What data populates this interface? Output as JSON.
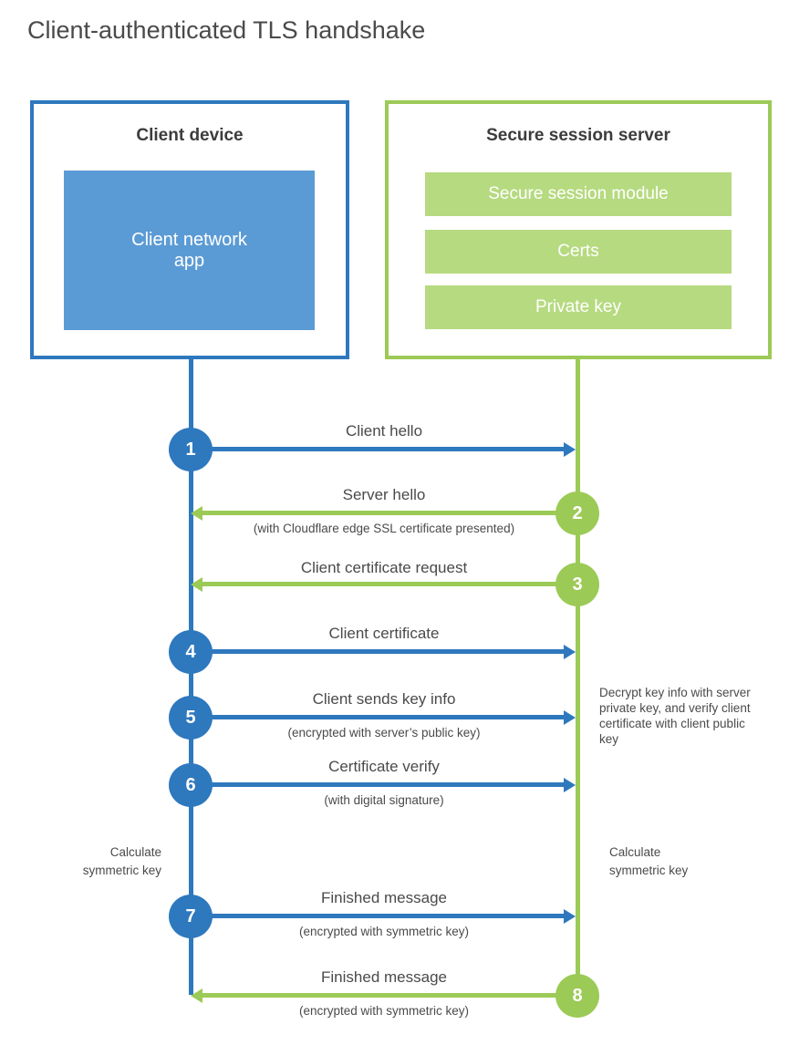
{
  "title": "Client-authenticated TLS handshake",
  "client_box": {
    "title": "Client device",
    "app_label": "Client network\napp"
  },
  "server_box": {
    "title": "Secure session server",
    "modules": [
      "Secure session module",
      "Certs",
      "Private key"
    ]
  },
  "messages": [
    {
      "num": "1",
      "from": "client",
      "label": "Client hello"
    },
    {
      "num": "2",
      "from": "server",
      "label": "Server hello",
      "note": "(with Cloudflare edge SSL certificate presented)"
    },
    {
      "num": "3",
      "from": "server",
      "label": "Client certificate request"
    },
    {
      "num": "4",
      "from": "client",
      "label": "Client certificate"
    },
    {
      "num": "5",
      "from": "client",
      "label": "Client sends key info",
      "note": "(encrypted with server’s public key)"
    },
    {
      "num": "6",
      "from": "client",
      "label": "Certificate verify",
      "note": "(with digital signature)"
    },
    {
      "num": "7",
      "from": "client",
      "label": "Finished message",
      "note": "(encrypted with symmetric key)"
    },
    {
      "num": "8",
      "from": "server",
      "label": "Finished message",
      "note": "(encrypted with symmetric key)"
    }
  ],
  "annotations": {
    "decrypt_note": "Decrypt key info with server private key, and verify client certificate with client public key",
    "calculate_left": "Calculate\nsymmetric key",
    "calculate_right": "Calculate\nsymmetric key"
  },
  "colors": {
    "blue": "#2e78be",
    "blue_fill": "#5b9bd5",
    "green": "#9cca56",
    "green_fill": "#b6da80",
    "heading_text": "#3c3c3c",
    "label_text": "#4a4a4a"
  }
}
